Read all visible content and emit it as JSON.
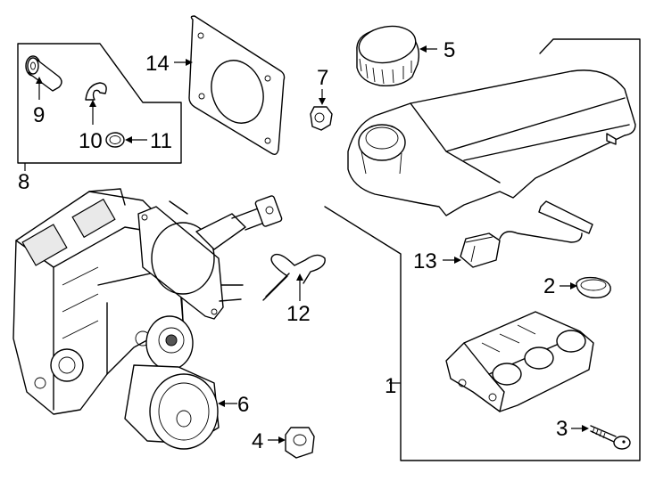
{
  "diagram": {
    "callouts": [
      {
        "id": "c1",
        "text": "1"
      },
      {
        "id": "c2",
        "text": "2"
      },
      {
        "id": "c3",
        "text": "3"
      },
      {
        "id": "c4",
        "text": "4"
      },
      {
        "id": "c5",
        "text": "5"
      },
      {
        "id": "c6",
        "text": "6"
      },
      {
        "id": "c7",
        "text": "7"
      },
      {
        "id": "c8",
        "text": "8"
      },
      {
        "id": "c9",
        "text": "9"
      },
      {
        "id": "c10",
        "text": "10"
      },
      {
        "id": "c11",
        "text": "11"
      },
      {
        "id": "c12",
        "text": "12"
      },
      {
        "id": "c13",
        "text": "13"
      },
      {
        "id": "c14",
        "text": "14"
      }
    ],
    "parts": [
      {
        "id": "p1",
        "icon": "master-cylinder-assembly-icon"
      },
      {
        "id": "p2",
        "icon": "grommet-icon"
      },
      {
        "id": "p3",
        "icon": "bolt-icon"
      },
      {
        "id": "p4",
        "icon": "nut-icon"
      },
      {
        "id": "p5",
        "icon": "reservoir-cap-icon"
      },
      {
        "id": "p6",
        "icon": "brake-booster-icon"
      },
      {
        "id": "p7",
        "icon": "nut-icon"
      },
      {
        "id": "p8",
        "icon": "pin-kit-icon"
      },
      {
        "id": "p9",
        "icon": "clevis-pin-icon"
      },
      {
        "id": "p10",
        "icon": "clip-icon"
      },
      {
        "id": "p11",
        "icon": "washer-icon"
      },
      {
        "id": "p12",
        "icon": "retaining-clip-icon"
      },
      {
        "id": "p13",
        "icon": "fluid-level-sensor-icon"
      },
      {
        "id": "p14",
        "icon": "gasket-icon"
      }
    ],
    "colors": {
      "line": "#000000",
      "background": "#ffffff"
    }
  }
}
